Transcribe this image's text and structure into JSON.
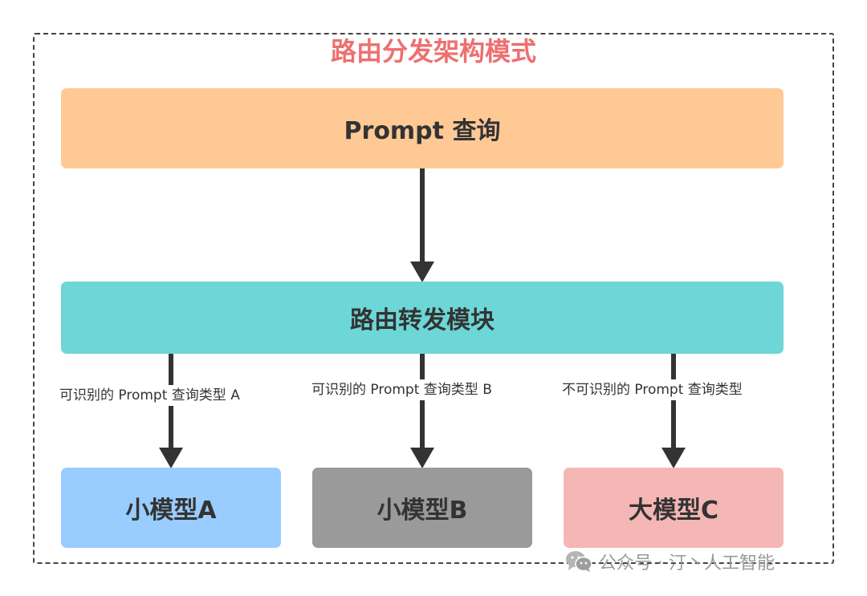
{
  "title": "路由分发架构模式",
  "colors": {
    "title": "#ee6f6f",
    "query_box": "#ffc996",
    "router_box": "#6dd6d6",
    "model_a": "#99ccff",
    "model_b": "#9a9a9a",
    "model_c": "#f4b7b5",
    "arrow": "#333333",
    "frame_border": "#444444"
  },
  "nodes": {
    "query": "Prompt 查询",
    "router": "路由转发模块",
    "model_a": "小模型A",
    "model_b": "小模型B",
    "model_c": "大模型C"
  },
  "edges": [
    {
      "from": "query",
      "to": "router",
      "label": ""
    },
    {
      "from": "router",
      "to": "model_a",
      "label": "可识别的 Prompt 查询类型 A"
    },
    {
      "from": "router",
      "to": "model_b",
      "label": "可识别的 Prompt 查询类型 B"
    },
    {
      "from": "router",
      "to": "model_c",
      "label": "不可识别的 Prompt 查询类型"
    }
  ],
  "watermark": {
    "icon": "wechat-icon",
    "text": "公众号 · 汀丶人工智能"
  }
}
